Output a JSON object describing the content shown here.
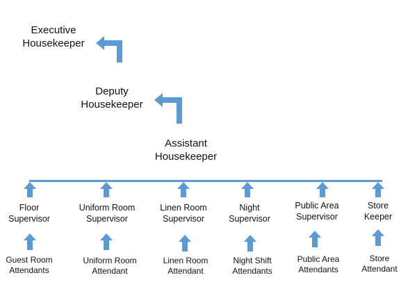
{
  "executive": {
    "line1": "Executive",
    "line2": "Housekeeper"
  },
  "deputy": {
    "line1": "Deputy",
    "line2": "Housekeeper"
  },
  "assistant": {
    "line1": "Assistant",
    "line2": "Housekeeper"
  },
  "supervisors": [
    {
      "line1": "Floor",
      "line2": "Supervisor"
    },
    {
      "line1": "Uniform Room",
      "line2": "Supervisor"
    },
    {
      "line1": "Linen Room",
      "line2": "Supervisor"
    },
    {
      "line1": "Night",
      "line2": "Supervisor"
    },
    {
      "line1": "Public Area",
      "line2": "Supervisor"
    },
    {
      "line1": "Store",
      "line2": "Keeper"
    }
  ],
  "staff": [
    {
      "line1": "Guest Room",
      "line2": "Attendants"
    },
    {
      "line1": "Uniform Room",
      "line2": "Attendant"
    },
    {
      "line1": "Linen Room",
      "line2": "Attendant"
    },
    {
      "line1": "Night Shift",
      "line2": "Attendants"
    },
    {
      "line1": "Public Area",
      "line2": "Attendants"
    },
    {
      "line1": "Store",
      "line2": "Attendant"
    }
  ],
  "colors": {
    "arrow": "#5b9bd5",
    "text": "#111111"
  }
}
